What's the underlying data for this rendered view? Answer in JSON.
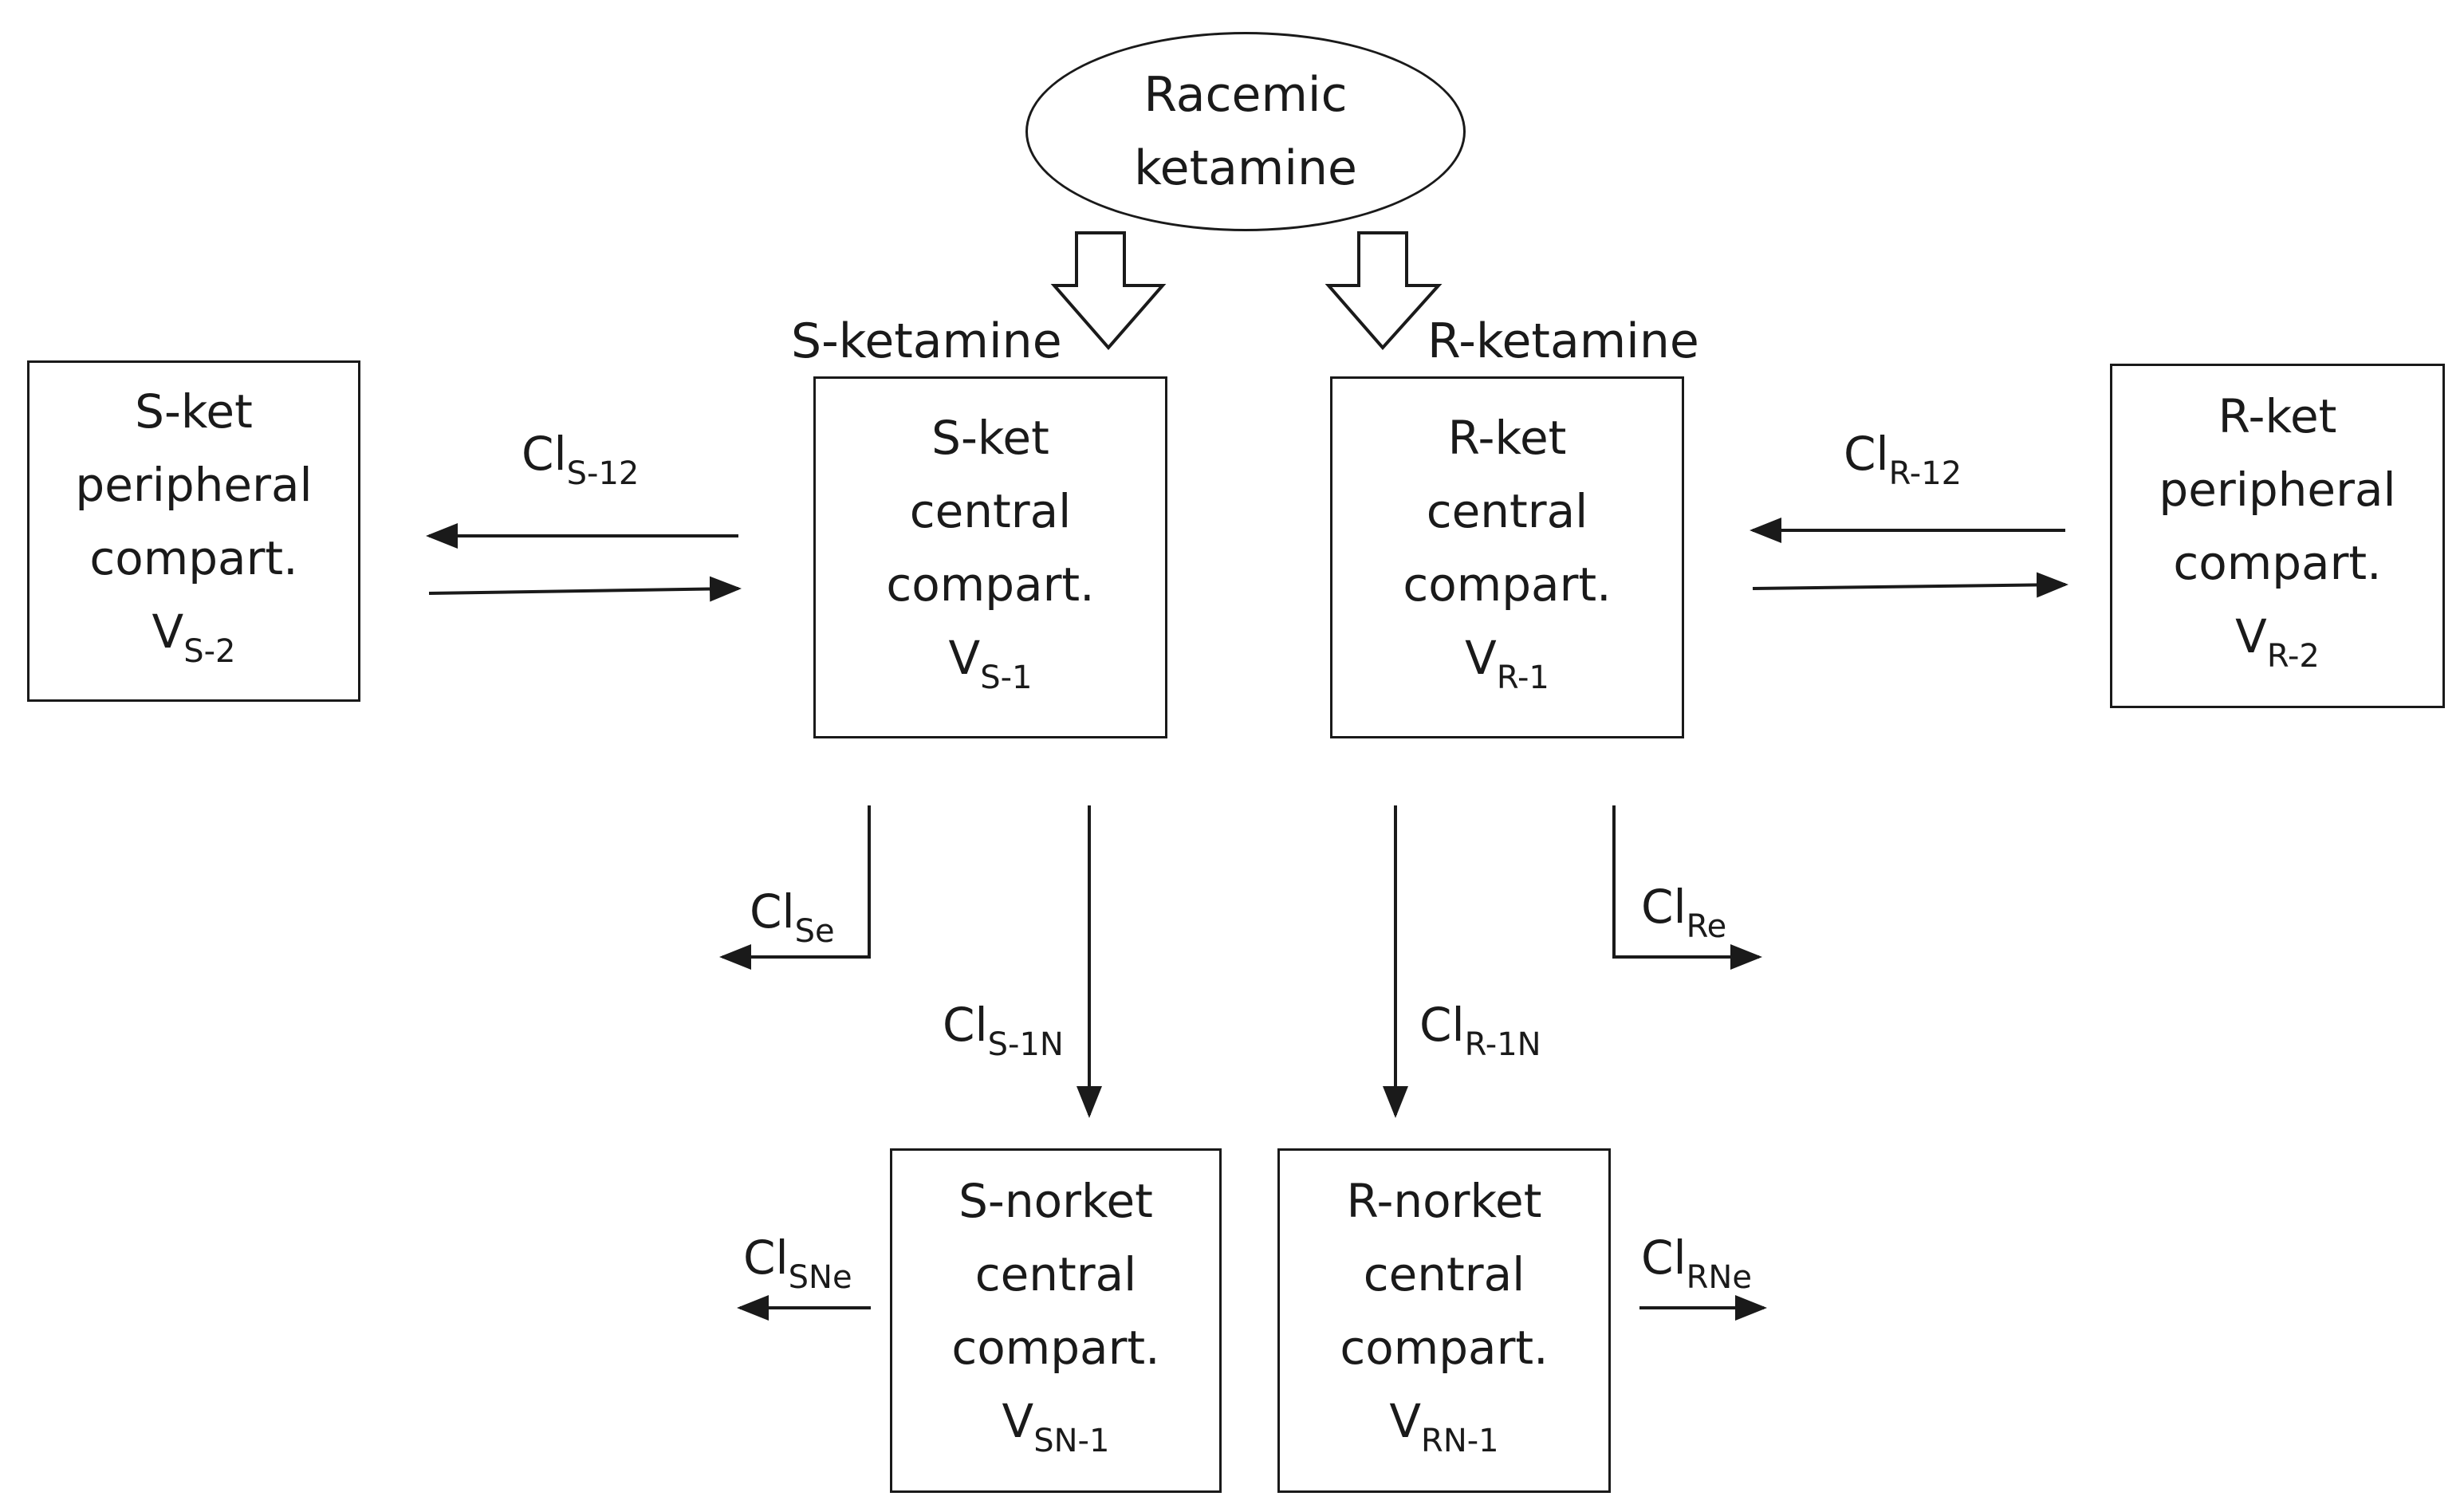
{
  "source": {
    "line1": "Racemic",
    "line2": "ketamine"
  },
  "enantiomer_labels": {
    "s": "S-ketamine",
    "r": "R-ketamine"
  },
  "boxes": {
    "s_peripheral": {
      "lines": [
        "S-ket",
        "peripheral",
        "compart."
      ],
      "v": "V",
      "v_sub": "S-2"
    },
    "s_central": {
      "lines": [
        "S-ket",
        "central",
        "compart."
      ],
      "v": "V",
      "v_sub": "S-1"
    },
    "r_central": {
      "lines": [
        "R-ket",
        "central",
        "compart."
      ],
      "v": "V",
      "v_sub": "R-1"
    },
    "r_peripheral": {
      "lines": [
        "R-ket",
        "peripheral",
        "compart."
      ],
      "v": "V",
      "v_sub": "R-2"
    },
    "s_norket": {
      "lines": [
        "S-norket",
        "central",
        "compart."
      ],
      "v": "V",
      "v_sub": "SN-1"
    },
    "r_norket": {
      "lines": [
        "R-norket",
        "central",
        "compart."
      ],
      "v": "V",
      "v_sub": "RN-1"
    }
  },
  "clearances": {
    "s12": {
      "main": "Cl",
      "sub": "S-12"
    },
    "r12": {
      "main": "Cl",
      "sub": "R-12"
    },
    "se": {
      "main": "Cl",
      "sub": "Se"
    },
    "re": {
      "main": "Cl",
      "sub": "Re"
    },
    "s1n": {
      "main": "Cl",
      "sub": "S-1N"
    },
    "r1n": {
      "main": "Cl",
      "sub": "R-1N"
    },
    "sne": {
      "main": "Cl",
      "sub": "SNe"
    },
    "rne": {
      "main": "Cl",
      "sub": "RNe"
    }
  }
}
